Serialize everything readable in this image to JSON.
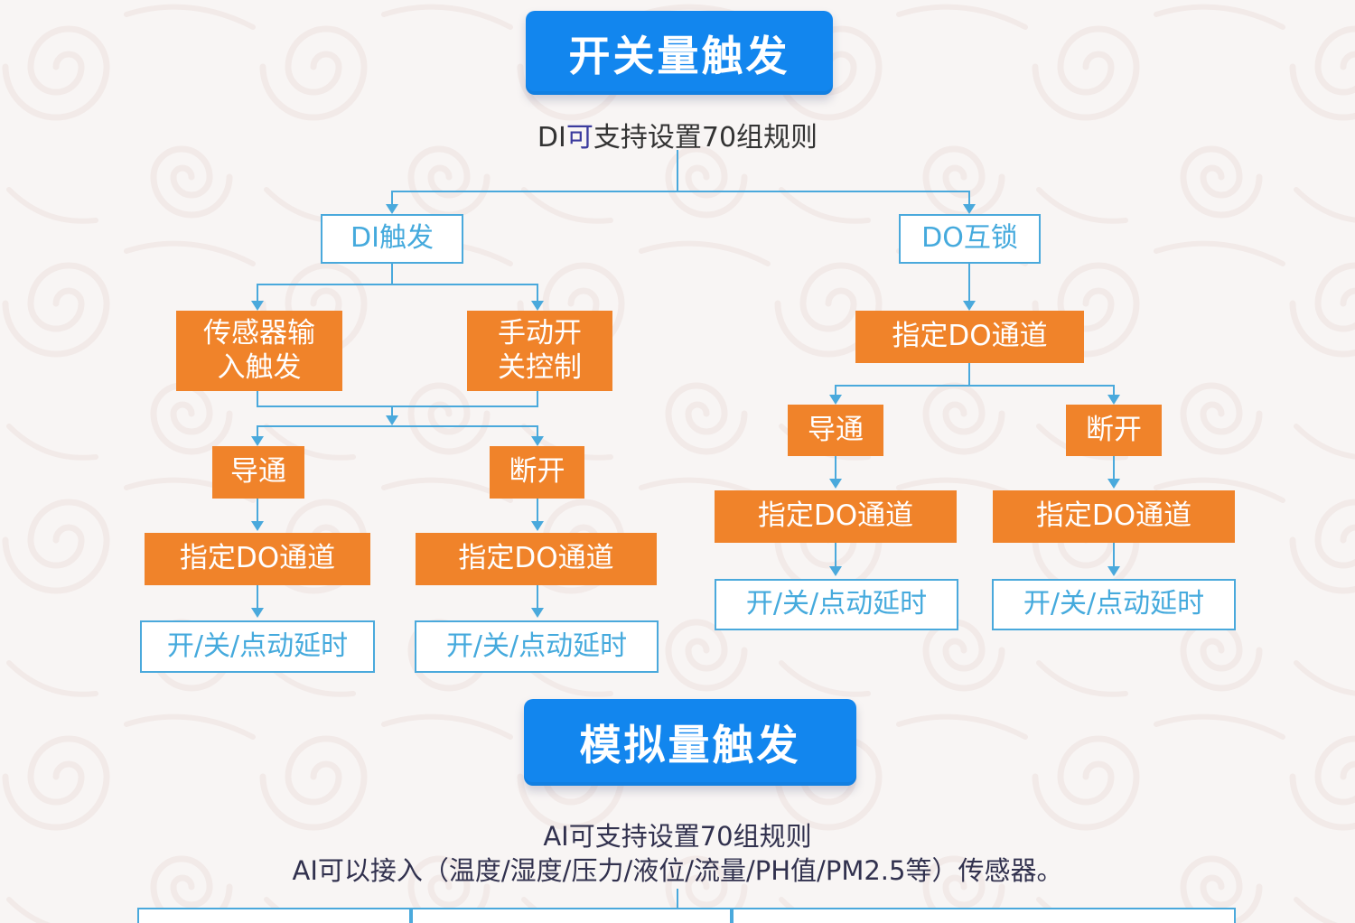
{
  "colors": {
    "background": "#f8f5f4",
    "banner_blue": "#1286ee",
    "connector_blue": "#4aa9dc",
    "box_orange": "#f0832a",
    "outlined_box_text_blue": "#45aadd",
    "subtitle_text_dark": "#333333",
    "subtitle_highlight_navy": "#3b3b9e",
    "body_text_navy": "#31314e"
  },
  "switch_section": {
    "title": "开关量触发",
    "subtitle": {
      "prefix": "DI",
      "highlight": "可",
      "suffix": "支持设置70组规则"
    },
    "di_branch": {
      "root": "DI触发",
      "sensor_line1": "传感器输",
      "sensor_line2": "入触发",
      "manual_line1": "手动开",
      "manual_line2": "关控制",
      "on_label": "导通",
      "off_label": "断开",
      "do_channel_on": "指定DO通道",
      "do_channel_off": "指定DO通道",
      "delay_on": "开/关/点动延时",
      "delay_off": "开/关/点动延时"
    },
    "do_branch": {
      "root": "DO互锁",
      "do_channel_root": "指定DO通道",
      "on_label": "导通",
      "off_label": "断开",
      "do_channel_on": "指定DO通道",
      "do_channel_off": "指定DO通道",
      "delay_on": "开/关/点动延时",
      "delay_off": "开/关/点动延时"
    }
  },
  "analog_section": {
    "title": "模拟量触发",
    "line1": "AI可支持设置70组规则",
    "line2": "AI可以接入（温度/湿度/压力/液位/流量/PH值/PM2.5等）传感器。"
  }
}
